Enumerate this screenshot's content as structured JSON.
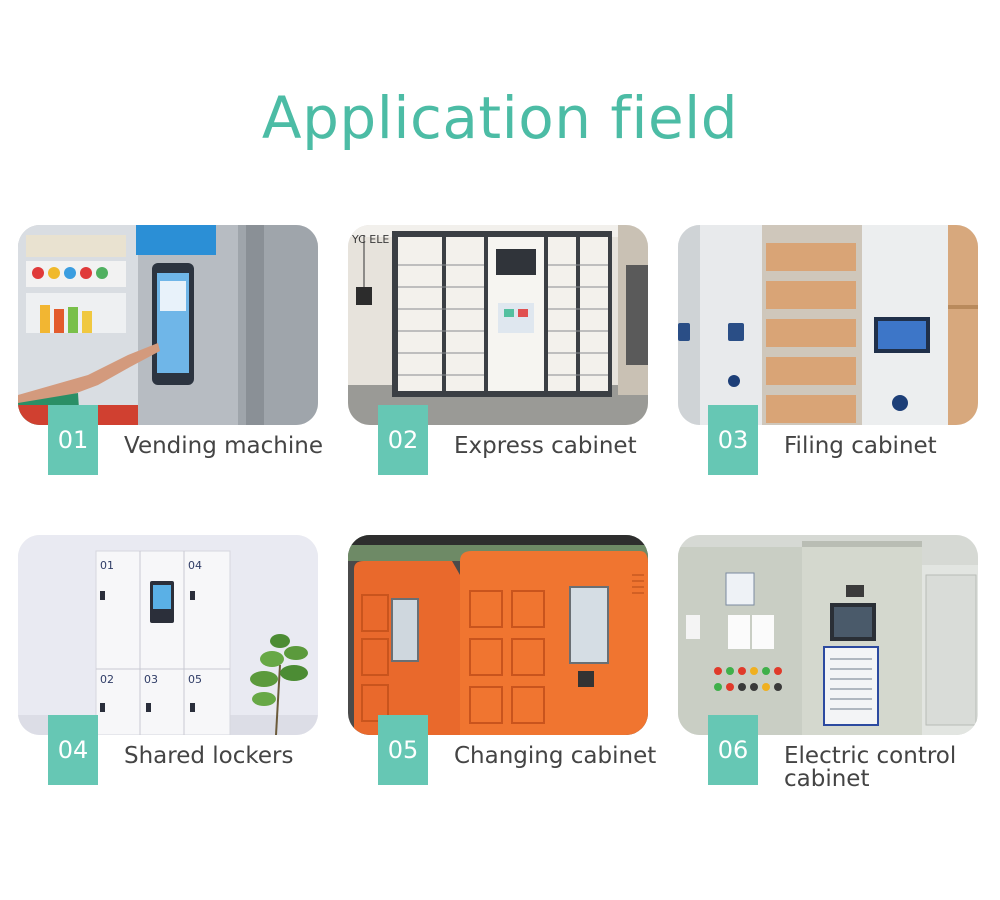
{
  "page": {
    "title": "Application field",
    "accent_color": "#4cbca5",
    "badge_color": "#66c7b4"
  },
  "items": [
    {
      "number": "01",
      "label": "Vending machine",
      "image": "vending-machine-photo"
    },
    {
      "number": "02",
      "label": "Express cabinet",
      "image": "express-cabinet-photo",
      "image_text": "YC ELE"
    },
    {
      "number": "03",
      "label": "Filing cabinet",
      "image": "filing-cabinet-photo"
    },
    {
      "number": "04",
      "label": "Shared lockers",
      "image": "shared-lockers-photo",
      "locker_numbers": [
        "01",
        "04",
        "02",
        "03",
        "05"
      ]
    },
    {
      "number": "05",
      "label": "Changing cabinet",
      "image": "changing-cabinet-photo"
    },
    {
      "number": "06",
      "label": "Electric control cabinet",
      "image": "electric-control-cabinet-photo"
    }
  ]
}
